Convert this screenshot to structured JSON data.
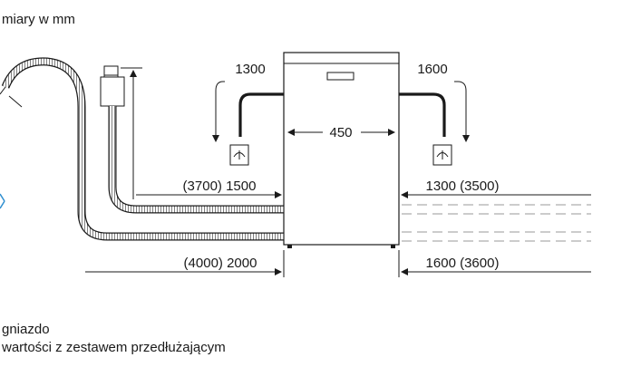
{
  "header": {
    "units_text": "miary w mm"
  },
  "dimensions": {
    "width": "450",
    "left_drain_reach": "1300",
    "right_drain_reach": "1600",
    "left_upper": "(3700) 1500",
    "right_upper": "1300 (3500)",
    "left_lower": "(4000) 2000",
    "right_lower": "1600 (3600)"
  },
  "legend": {
    "line1": "gniazdo",
    "line2": "wartości z zestawem przedłużającym"
  },
  "colors": {
    "line": "#1a1a1a",
    "hose": "#2a2a2a",
    "dashed": "#9a9a9a",
    "accent": "#2f8fd0"
  }
}
